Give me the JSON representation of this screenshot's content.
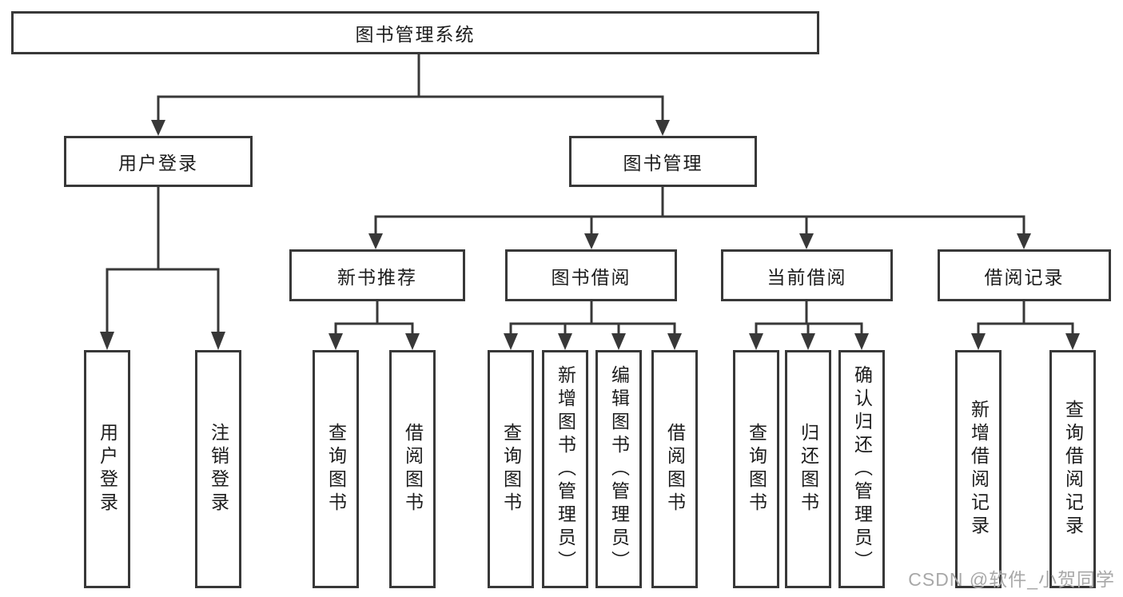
{
  "diagram": {
    "root": {
      "label": "图书管理系统"
    },
    "branches": [
      {
        "label": "用户登录",
        "leaves": [
          {
            "label": "用户登录"
          },
          {
            "label": "注销登录"
          }
        ]
      },
      {
        "label": "图书管理",
        "groups": [
          {
            "label": "新书推荐",
            "leaves": [
              {
                "label": "查询图书"
              },
              {
                "label": "借阅图书"
              }
            ]
          },
          {
            "label": "图书借阅",
            "leaves": [
              {
                "label": "查询图书"
              },
              {
                "label": "新增图书（管理员）"
              },
              {
                "label": "编辑图书（管理员）"
              },
              {
                "label": "借阅图书"
              }
            ]
          },
          {
            "label": "当前借阅",
            "leaves": [
              {
                "label": "查询图书"
              },
              {
                "label": "归还图书"
              },
              {
                "label": "确认归还（管理员）"
              }
            ]
          },
          {
            "label": "借阅记录",
            "leaves": [
              {
                "label": "新增借阅记录"
              },
              {
                "label": "查询借阅记录"
              }
            ]
          }
        ]
      }
    ]
  },
  "watermark": {
    "text": "CSDN @软件_小贺同学"
  },
  "colors": {
    "line": "#383838",
    "box_border": "#383838",
    "box_fill": "#ffffff",
    "text": "#1c1c1c",
    "watermark": "#a8a8a8",
    "background": "#ffffff"
  }
}
